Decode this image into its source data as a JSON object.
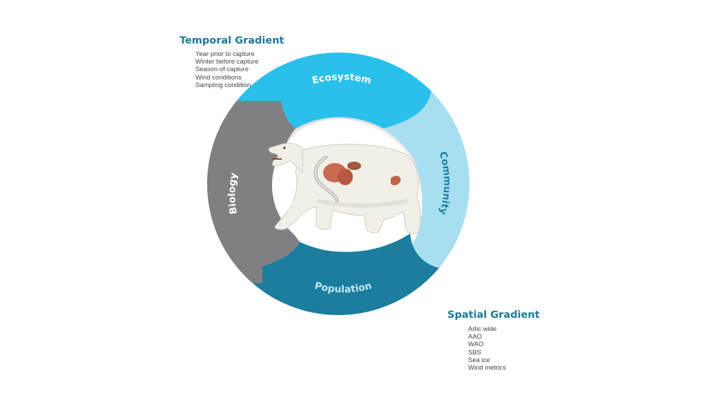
{
  "colors": {
    "ecosystem": "#29c0ec",
    "community": "#a8dff0",
    "population": "#1a7d9f",
    "biology": "#808083",
    "title_accent": "#1a7a9e"
  },
  "temporal": {
    "title": "Temporal Gradient",
    "items": [
      "Year prior to capture",
      "Winter before capture",
      "Season of capture",
      "Wind conditions",
      "Sampling condition"
    ]
  },
  "spatial": {
    "title": "Spatial Gradient",
    "items": [
      "Artic wide",
      "AAO",
      "WAO",
      "SBS",
      "Sea ice",
      "Wind metrics"
    ]
  },
  "segments": {
    "ecosystem": "Ecosystem",
    "community": "Community",
    "population": "Population",
    "biology": "Biology"
  },
  "icons": {
    "center": "polar-bear-illustration"
  }
}
